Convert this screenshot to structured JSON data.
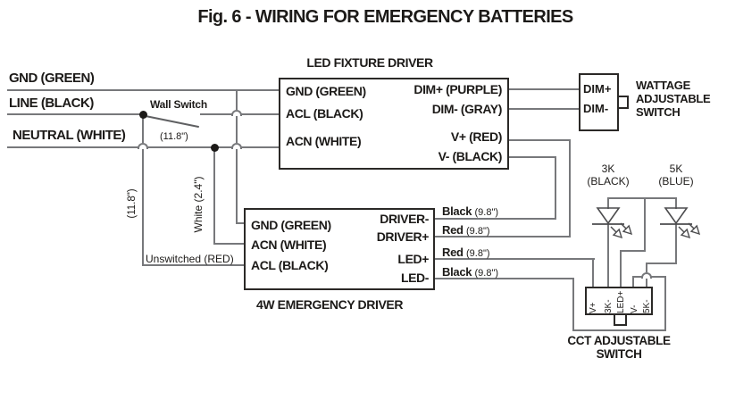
{
  "figure": {
    "title": "Fig. 6 - WIRING FOR EMERGENCY BATTERIES"
  },
  "mains": {
    "gnd": "GND (GREEN)",
    "line": "LINE (BLACK)",
    "neutral": "NEUTRAL (WHITE)",
    "wall_switch": "Wall Switch",
    "neutral_length": "(11.8\")",
    "drop_length": "(11.8\")",
    "white_wire": "White (2.4\")",
    "unswitched": "Unswitched (RED)"
  },
  "led_fixture_driver": {
    "title": "LED FIXTURE DRIVER",
    "inputs": [
      "GND (GREEN)",
      "ACL (BLACK)",
      "ACN (WHITE)"
    ],
    "outputs": [
      "DIM+ (PURPLE)",
      "DIM- (GRAY)",
      "V+ (RED)",
      "V- (BLACK)"
    ]
  },
  "wattage_switch": {
    "dim_plus": "DIM+",
    "dim_minus": "DIM-",
    "label_lines": [
      "WATTAGE",
      "ADJUSTABLE",
      "SWITCH"
    ]
  },
  "emergency_driver": {
    "title": "4W EMERGENCY DRIVER",
    "inputs": [
      "GND (GREEN)",
      "ACN (WHITE)",
      "ACL (BLACK)"
    ],
    "outputs": [
      "DRIVER-",
      "DRIVER+",
      "LED+",
      "LED-"
    ],
    "wire_labels": [
      {
        "name": "Black",
        "len": "(9.8\")"
      },
      {
        "name": "Red",
        "len": "(9.8\")"
      },
      {
        "name": "Red",
        "len": "(9.8\")"
      },
      {
        "name": "Black",
        "len": "(9.8\")"
      }
    ]
  },
  "leds": {
    "led_3k": {
      "line1": "3K",
      "line2": "(BLACK)"
    },
    "led_5k": {
      "line1": "5K",
      "line2": "(BLUE)"
    }
  },
  "cct_switch": {
    "terminals": [
      "V+",
      "3K-",
      "LED+",
      "V-",
      "5K-"
    ],
    "label_lines": [
      "CCT ADJUSTABLE",
      "SWITCH"
    ]
  },
  "colors": {
    "wire": "#77787b",
    "ink": "#1c1a18"
  }
}
